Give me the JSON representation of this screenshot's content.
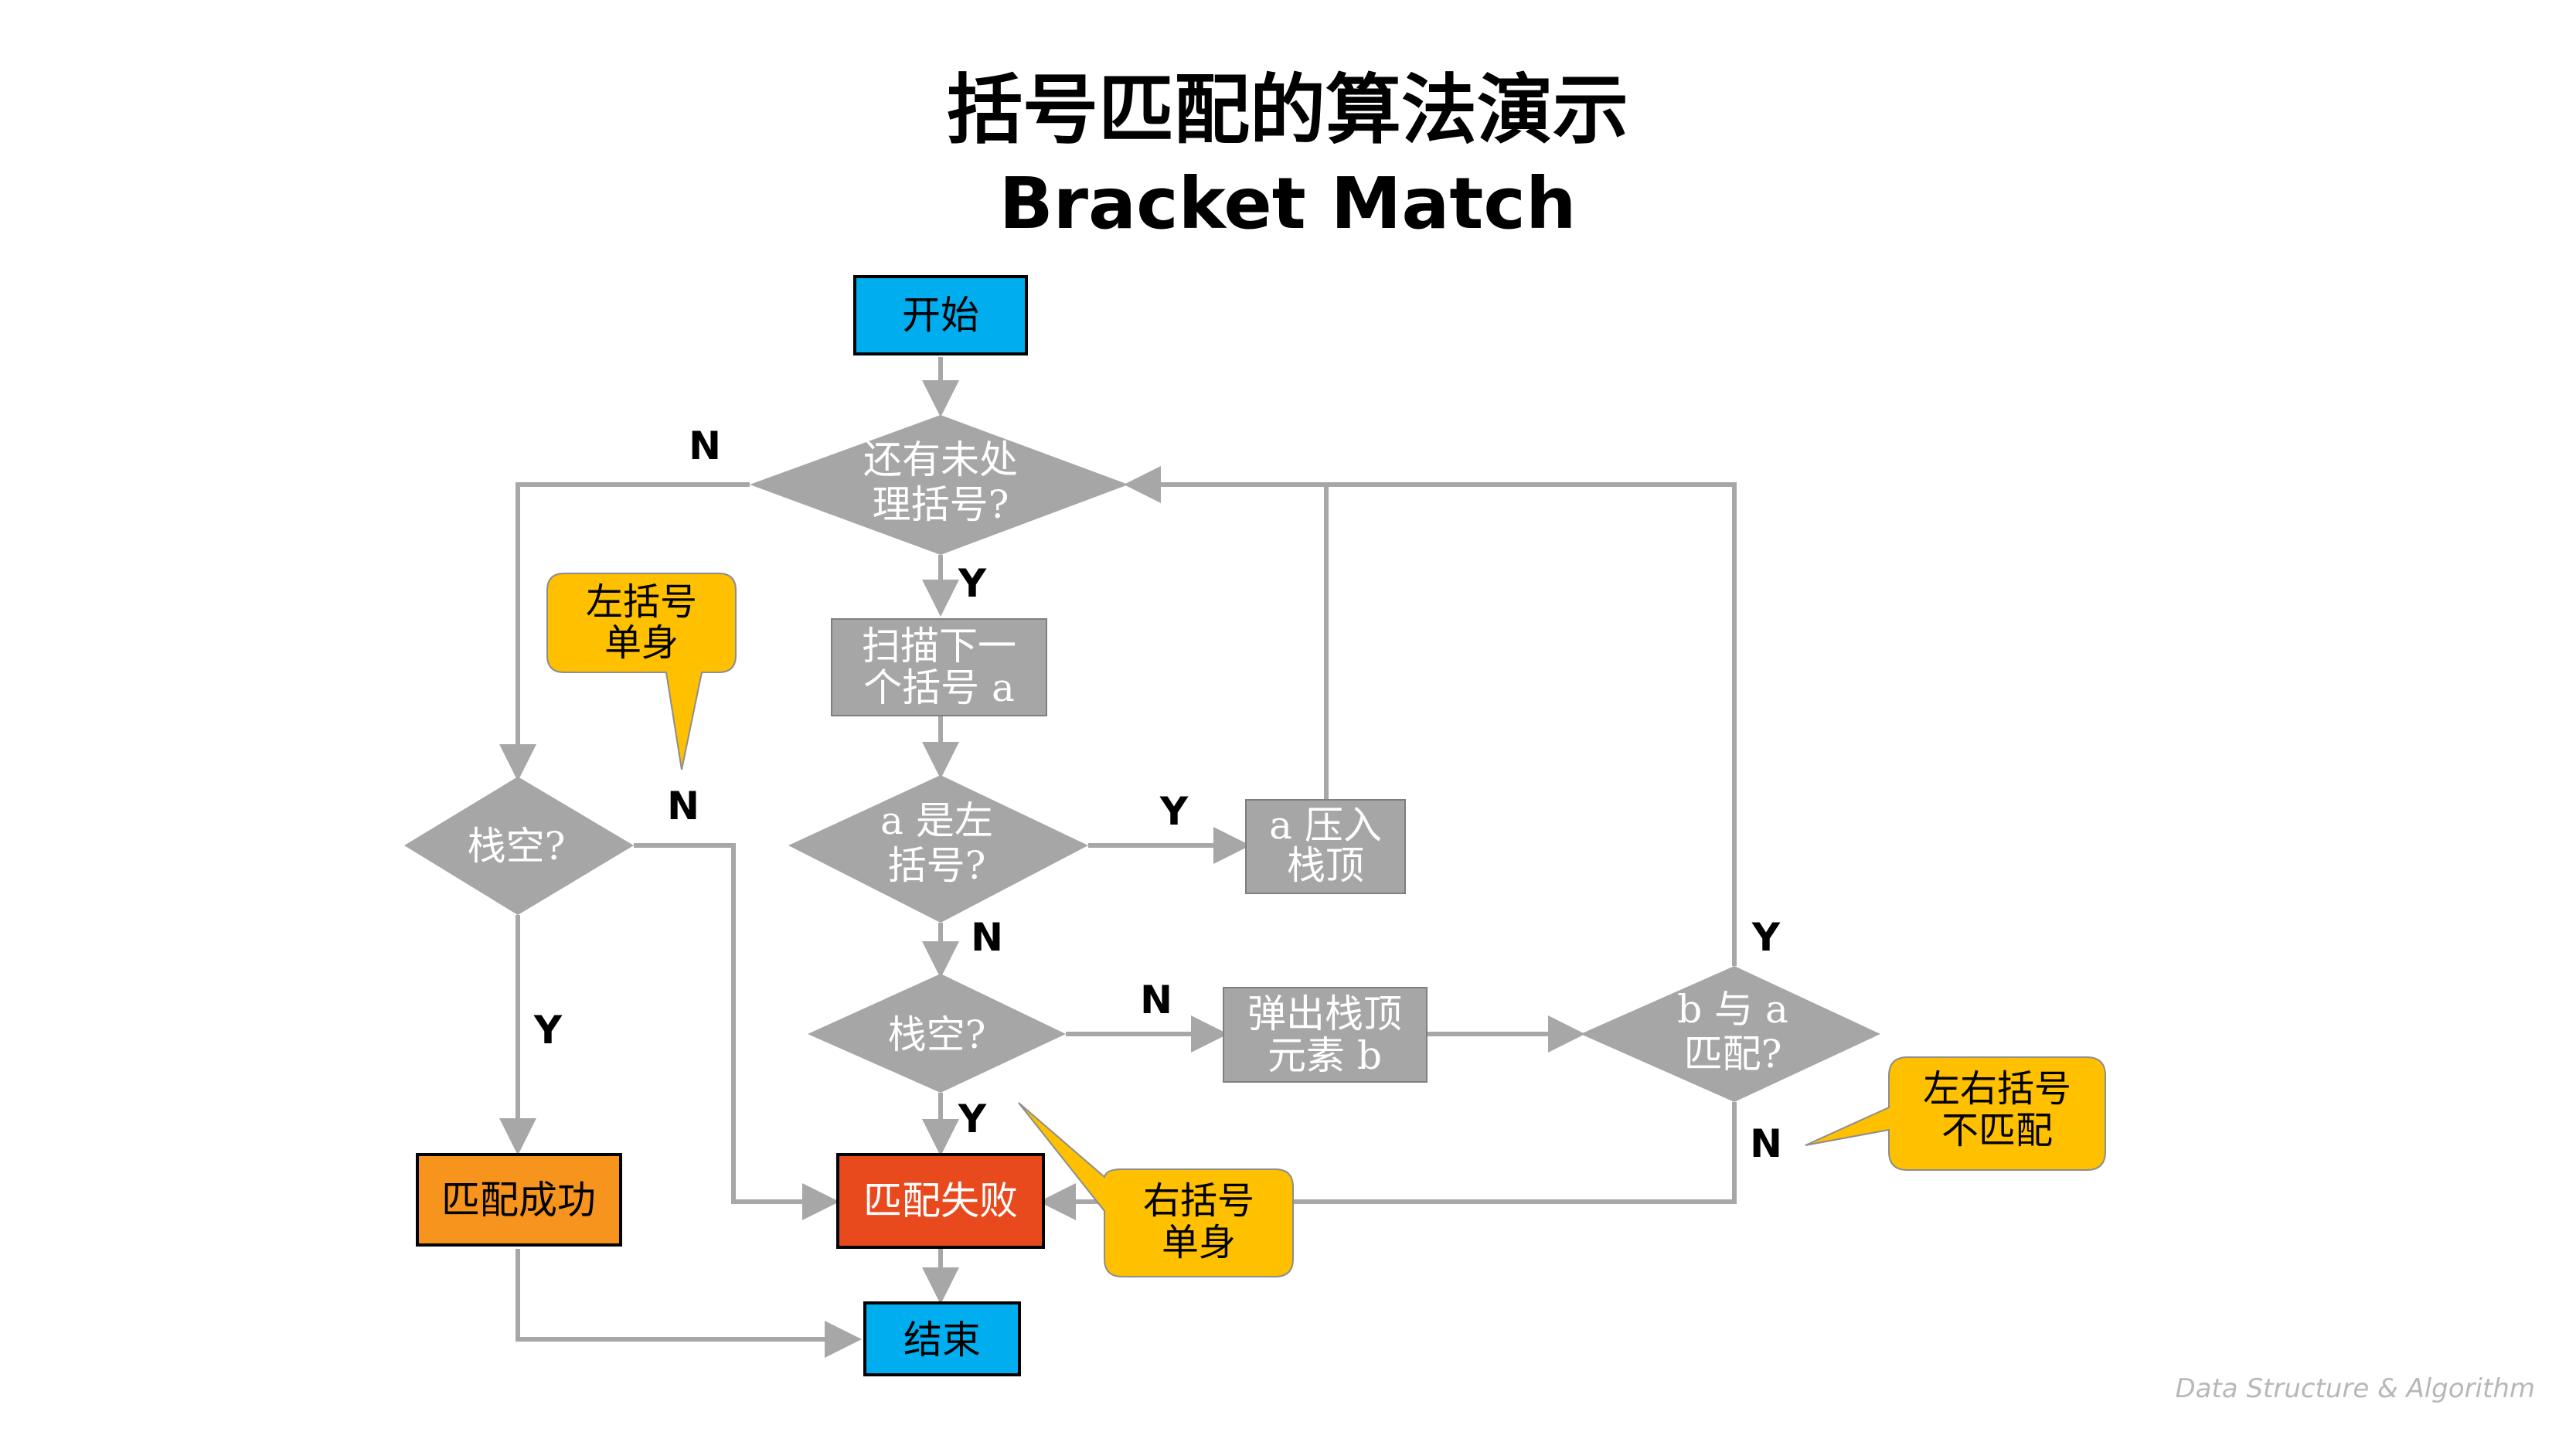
{
  "title": {
    "chinese": "括号匹配的算法演示",
    "english": "Bracket Match"
  },
  "nodes": {
    "start": "开始",
    "has_unprocessed": [
      "还有未处",
      "理括号?"
    ],
    "scan_next": [
      "扫描下一",
      "个括号 a"
    ],
    "is_left": [
      "a 是左",
      "括号?"
    ],
    "push": [
      "a 压入",
      "栈顶"
    ],
    "stack_empty_left": "栈空?",
    "stack_empty_center": "栈空?",
    "pop": [
      "弹出栈顶",
      "元素 b"
    ],
    "is_match": [
      "b 与 a",
      "匹配?"
    ],
    "success": "匹配成功",
    "failure": "匹配失败",
    "end": "结束"
  },
  "callouts": {
    "left_single": [
      "左括号",
      "单身"
    ],
    "right_single": [
      "右括号",
      "单身"
    ],
    "mismatch": [
      "左右括号",
      "不匹配"
    ]
  },
  "edge_labels": {
    "n_has_unprocessed": "N",
    "y_has_unprocessed": "Y",
    "n_left_stack": "N",
    "y_left_stack": "Y",
    "y_is_left": "Y",
    "n_is_left": "N",
    "n_center_stack": "N",
    "y_center_stack": "Y",
    "y_match": "Y",
    "n_match": "N"
  },
  "watermark": "Data Structure & Algorithm",
  "colors": {
    "start_end": "#00aeef",
    "process": "#a6a6a6",
    "success": "#f7941d",
    "failure": "#e8491d",
    "callout": "#ffc000",
    "line": "#a7a7a7"
  }
}
